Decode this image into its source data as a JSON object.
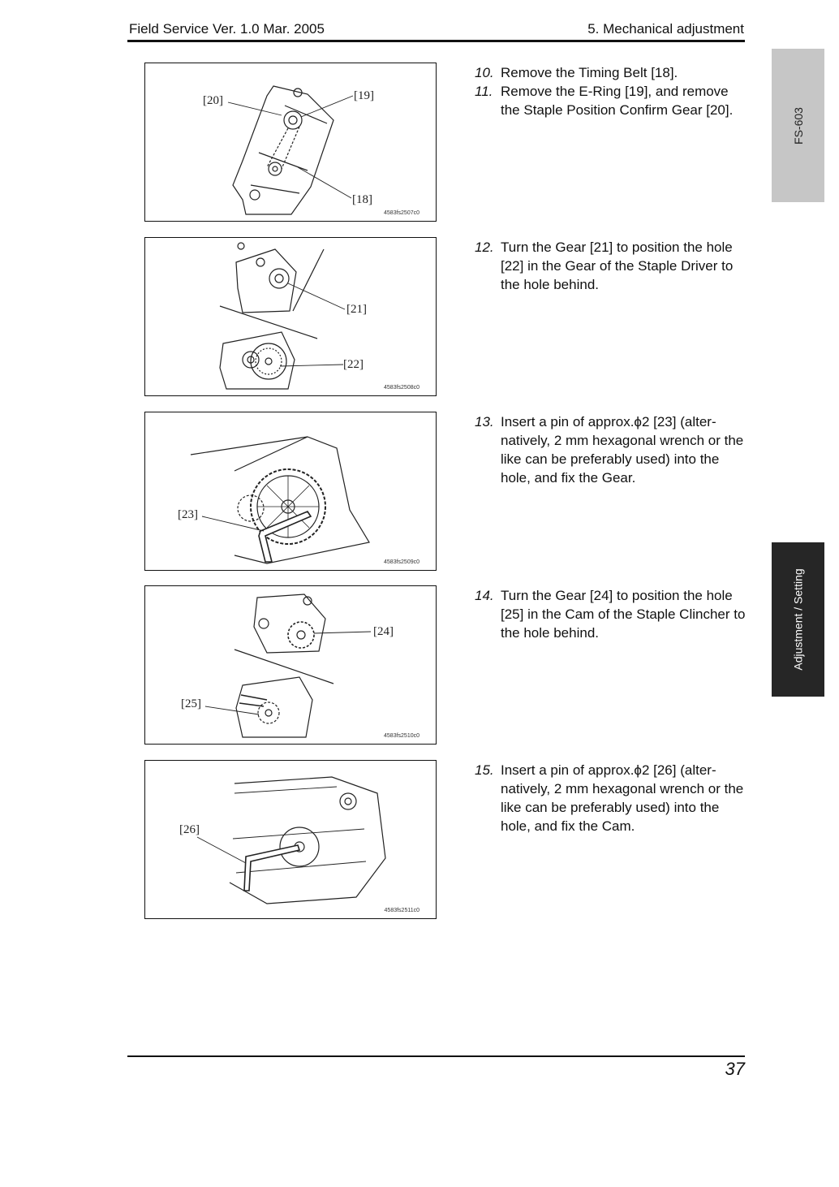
{
  "header": {
    "left": "Field Service Ver. 1.0 Mar. 2005",
    "right": "5. Mechanical adjustment"
  },
  "tabs": {
    "model": "FS-603",
    "section": "Adjustment / Setting"
  },
  "figures": [
    {
      "code": "4583fs2507c0",
      "callouts": [
        "[20]",
        "[19]",
        "[18]"
      ]
    },
    {
      "code": "4583fs2508c0",
      "callouts": [
        "[21]",
        "[22]"
      ]
    },
    {
      "code": "4583fs2509c0",
      "callouts": [
        "[23]"
      ]
    },
    {
      "code": "4583fs2510c0",
      "callouts": [
        "[24]",
        "[25]"
      ]
    },
    {
      "code": "4583fs2511c0",
      "callouts": [
        "[26]"
      ]
    }
  ],
  "steps": [
    {
      "num": "10.",
      "text": "Remove the Timing Belt [18]."
    },
    {
      "num": "11.",
      "text": "Remove the E-Ring [19], and remove the Staple Position Confirm Gear [20]."
    },
    {
      "num": "12.",
      "text": "Turn the Gear [21] to position the hole [22] in the Gear of the Staple Driver to the hole behind."
    },
    {
      "num": "13.",
      "text": "Insert a pin of approx.ϕ2 [23] (alter-natively, 2 mm hexagonal wrench or the like can be preferably used) into the hole, and fix the Gear."
    },
    {
      "num": "14.",
      "text": "Turn the Gear [24] to position the hole [25] in the Cam of the Staple Clincher to the hole behind."
    },
    {
      "num": "15.",
      "text": "Insert a pin of approx.ϕ2 [26] (alter-natively, 2 mm hexagonal wrench or the like can be preferably used) into the hole, and fix the Cam."
    }
  ],
  "footer": {
    "page_number": "37"
  }
}
